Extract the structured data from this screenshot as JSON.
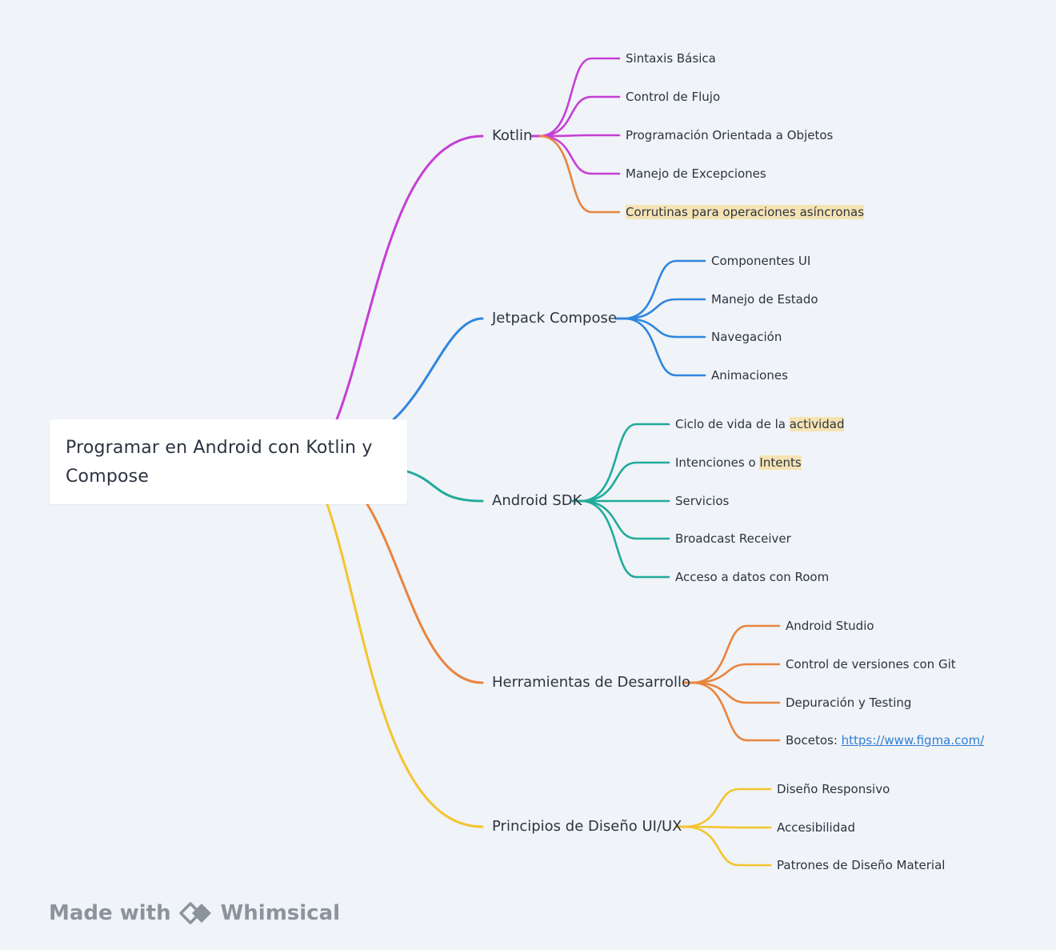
{
  "root": {
    "title": "Programar en Android con Kotlin y Compose"
  },
  "colors": {
    "kotlin": "#c53fd6",
    "compose": "#2f86de",
    "sdk": "#20ab9b",
    "tools": "#e8843f",
    "design": "#f4c42f"
  },
  "branches": [
    {
      "label": "Kotlin",
      "color": "#c53fd6",
      "children": [
        {
          "parts": [
            {
              "text": "Sintaxis Básica"
            }
          ]
        },
        {
          "parts": [
            {
              "text": "Control de Flujo"
            }
          ]
        },
        {
          "parts": [
            {
              "text": "Programación Orientada a Objetos"
            }
          ]
        },
        {
          "parts": [
            {
              "text": "Manejo de Excepciones"
            }
          ]
        },
        {
          "parts": [
            {
              "text": "Corrutinas para operaciones asíncronas",
              "highlight": true
            }
          ],
          "color": "#e8843f"
        }
      ]
    },
    {
      "label": "Jetpack Compose",
      "color": "#2f86de",
      "children": [
        {
          "parts": [
            {
              "text": "Componentes UI"
            }
          ]
        },
        {
          "parts": [
            {
              "text": "Manejo de Estado"
            }
          ]
        },
        {
          "parts": [
            {
              "text": "Navegación"
            }
          ]
        },
        {
          "parts": [
            {
              "text": "Animaciones"
            }
          ]
        }
      ]
    },
    {
      "label": "Android SDK",
      "color": "#20ab9b",
      "children": [
        {
          "parts": [
            {
              "text": "Ciclo de vida de la "
            },
            {
              "text": "actividad",
              "highlight": true
            }
          ]
        },
        {
          "parts": [
            {
              "text": "Intenciones o "
            },
            {
              "text": "Intents",
              "highlight": true
            }
          ]
        },
        {
          "parts": [
            {
              "text": "Servicios"
            }
          ]
        },
        {
          "parts": [
            {
              "text": "Broadcast Receiver"
            }
          ]
        },
        {
          "parts": [
            {
              "text": "Acceso a datos con Room"
            }
          ]
        }
      ]
    },
    {
      "label": "Herramientas de Desarrollo",
      "color": "#e8843f",
      "children": [
        {
          "parts": [
            {
              "text": "Android Studio"
            }
          ]
        },
        {
          "parts": [
            {
              "text": "Control de versiones con Git"
            }
          ]
        },
        {
          "parts": [
            {
              "text": "Depuración y Testing"
            }
          ]
        },
        {
          "parts": [
            {
              "text": "Bocetos: "
            },
            {
              "text": "https://www.figma.com/",
              "link": true
            }
          ]
        }
      ]
    },
    {
      "label": "Principios de Diseño UI/UX",
      "color": "#f4c42f",
      "children": [
        {
          "parts": [
            {
              "text": "Diseño Responsivo"
            }
          ]
        },
        {
          "parts": [
            {
              "text": "Accesibilidad"
            }
          ]
        },
        {
          "parts": [
            {
              "text": "Patrones de Diseño Material"
            }
          ]
        }
      ]
    }
  ],
  "footer": {
    "made_with": "Made with",
    "brand": "Whimsical",
    "logo_icon": "whimsical-logo-icon"
  }
}
